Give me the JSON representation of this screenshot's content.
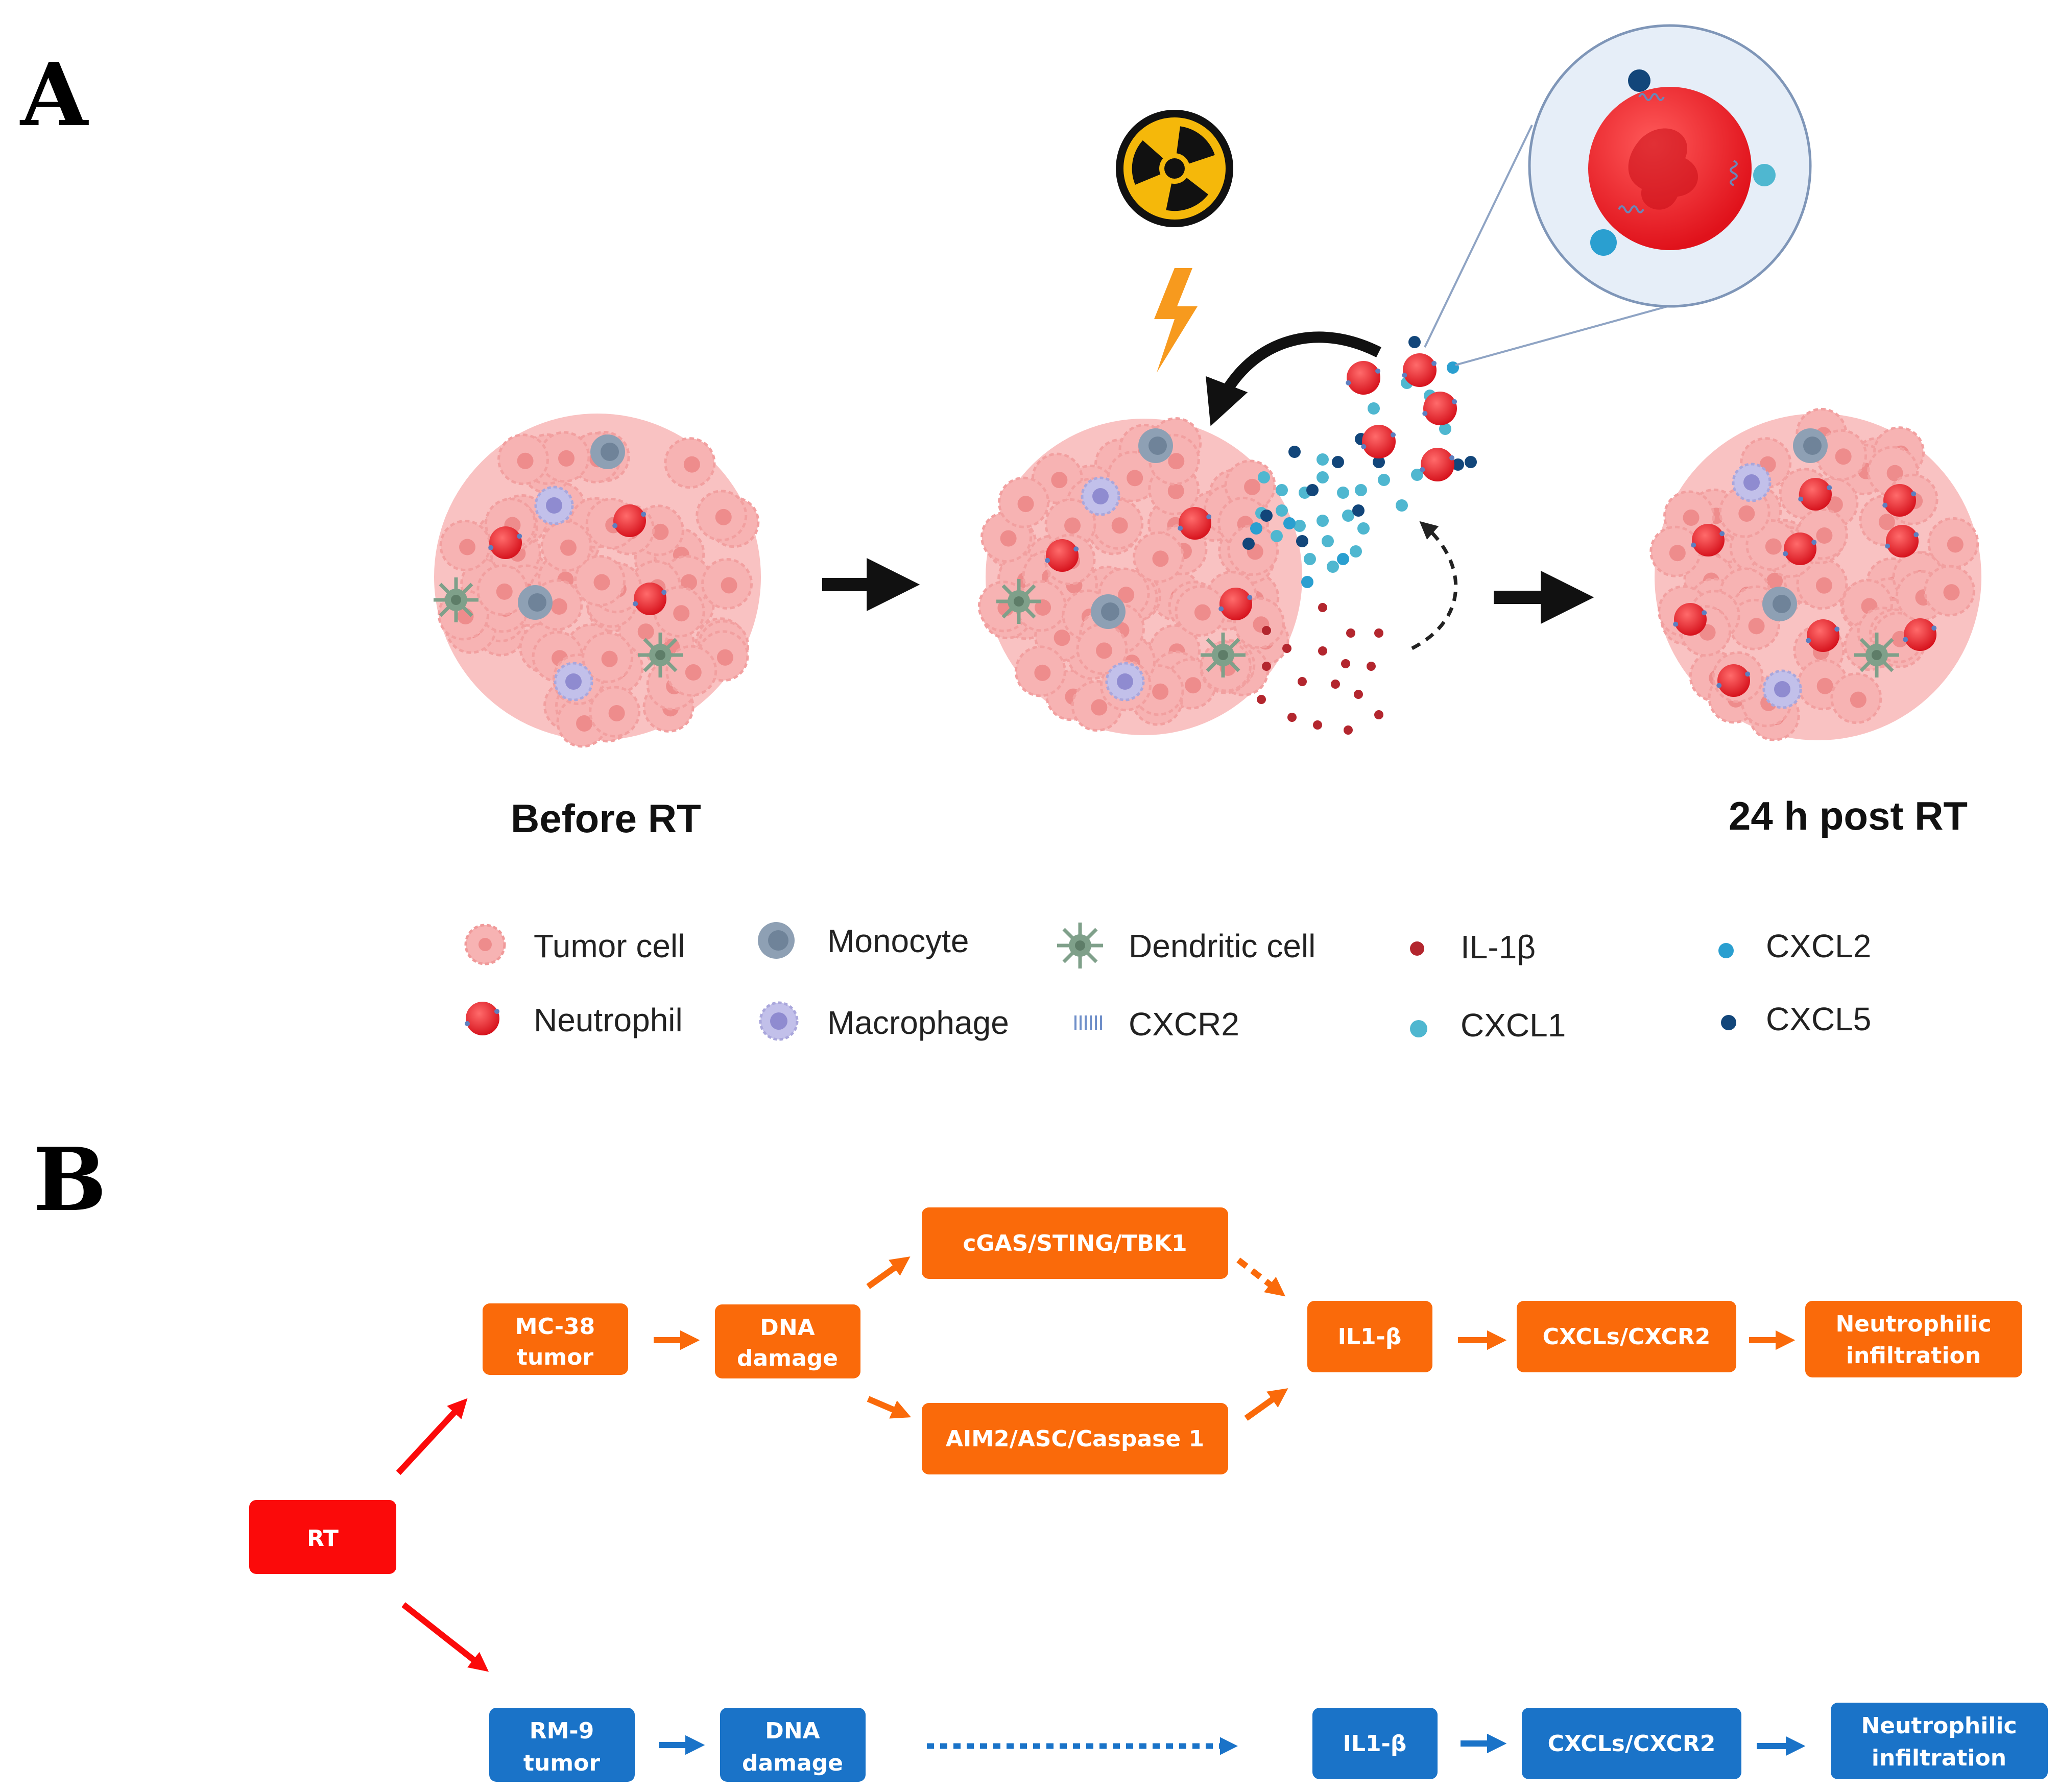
{
  "panel_a": {
    "letter": "A",
    "label_before": "Before RT",
    "label_after": "24 h post RT",
    "legend": [
      {
        "label": "Tumor cell",
        "icon": "tumor-cell-icon",
        "color": "#f7b3b3"
      },
      {
        "label": "Neutrophil",
        "icon": "neutrophil-icon",
        "color": "#e8323a"
      },
      {
        "label": "Monocyte",
        "icon": "monocyte-icon",
        "color": "#8ea0b4"
      },
      {
        "label": "Macrophage",
        "icon": "macrophage-icon",
        "color": "#b6b4e2"
      },
      {
        "label": "Dendritic cell",
        "icon": "dendritic-cell-icon",
        "color": "#7fa08a"
      },
      {
        "label": "CXCR2",
        "icon": "cxcr2-receptor-icon",
        "color": "#6f8fc9"
      },
      {
        "label": "IL-1β",
        "icon": "il1b-dot-icon",
        "color": "#b3262e"
      },
      {
        "label": "CXCL1",
        "icon": "cxcl1-dot-icon",
        "color": "#4fb7d0"
      },
      {
        "label": "CXCL2",
        "icon": "cxcl2-dot-icon",
        "color": "#2a9fd0"
      },
      {
        "label": "CXCL5",
        "icon": "cxcl5-dot-icon",
        "color": "#12467a"
      }
    ]
  },
  "panel_b": {
    "letter": "B",
    "rt": "RT",
    "top_row": {
      "tumor": [
        "MC-38",
        "tumor"
      ],
      "dna": [
        "DNA",
        "damage"
      ],
      "cgas": "cGAS/STING/TBK1",
      "aim2": "AIM2/ASC/Caspase 1",
      "il1b": "IL1-β",
      "cxcl": "CXCLs/CXCR2",
      "neutro": [
        "Neutrophilic",
        "infiltration"
      ]
    },
    "bottom_row": {
      "tumor": [
        "RM-9",
        "tumor"
      ],
      "dna": [
        "DNA",
        "damage"
      ],
      "il1b": "IL1-β",
      "cxcl": "CXCLs/CXCR2",
      "neutro": [
        "Neutrophilic",
        "infiltration"
      ]
    }
  },
  "colors": {
    "orange": "#fa6a0a",
    "blue": "#1a73c8",
    "red": "#fb0a0a",
    "tumor": "#f7b3b3",
    "neutrophil": "#e8323a"
  }
}
